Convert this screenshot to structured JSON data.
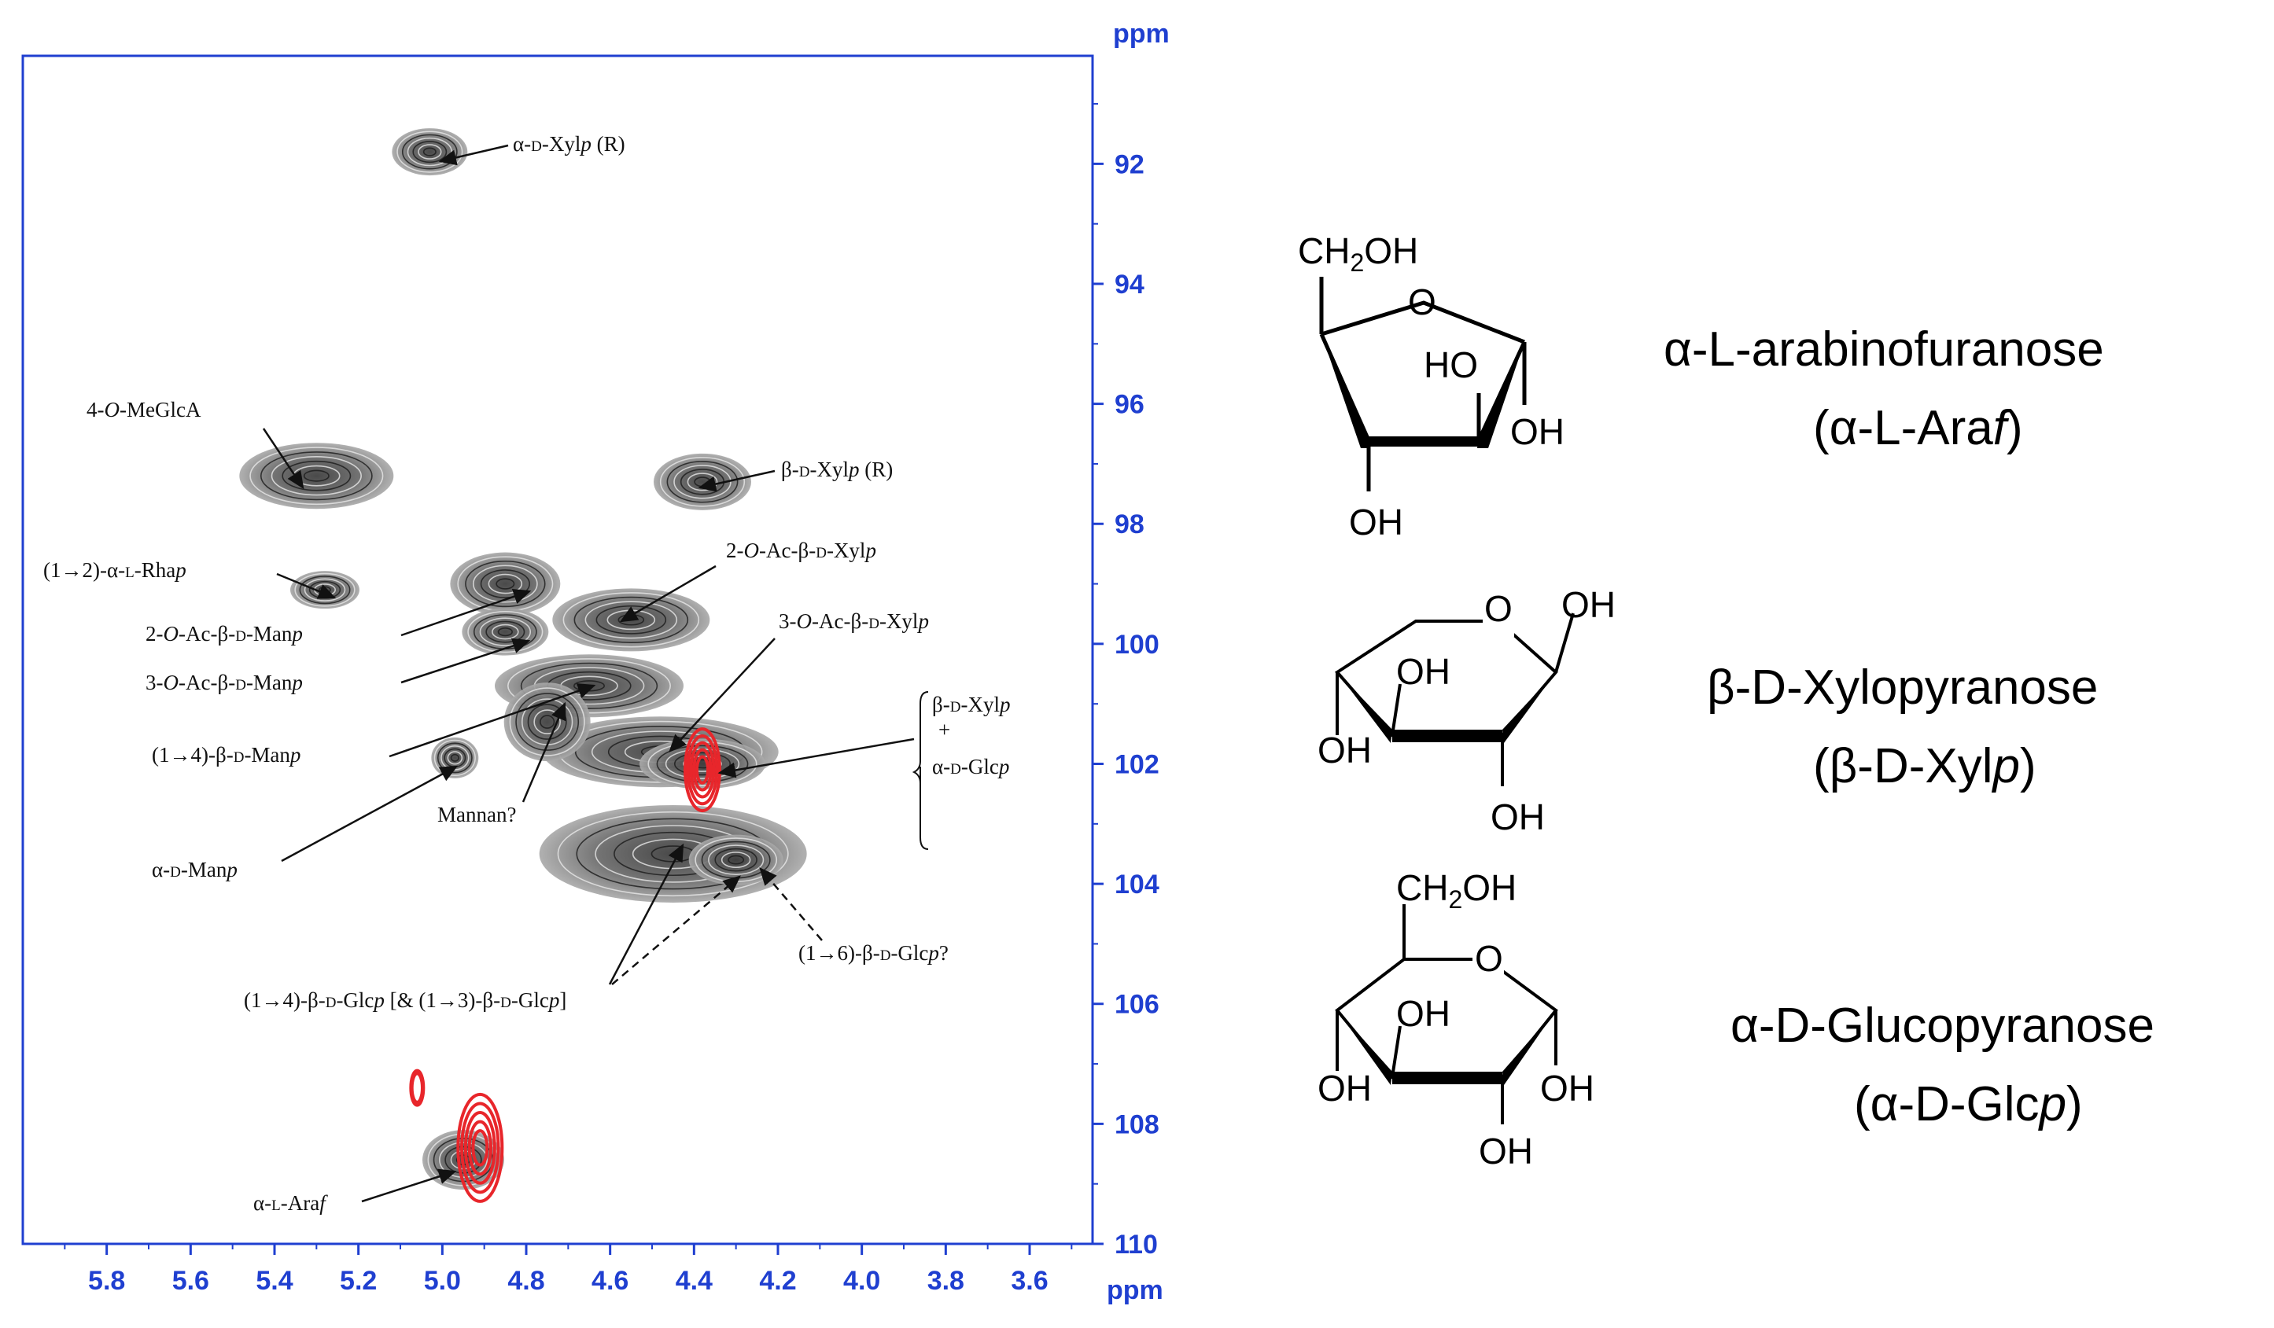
{
  "chart_data": {
    "type": "heatmap",
    "title": "",
    "xlabel": "ppm",
    "ylabel": "ppm",
    "xlim": [
      6.0,
      3.45
    ],
    "ylim": [
      90.2,
      110
    ],
    "x_ticks": [
      "5.8",
      "5.6",
      "5.4",
      "5.2",
      "5.0",
      "4.8",
      "4.6",
      "4.4",
      "4.2",
      "4.0",
      "3.8",
      "3.6"
    ],
    "y_ticks": [
      "92",
      "94",
      "96",
      "98",
      "100",
      "102",
      "104",
      "106",
      "108",
      "110"
    ],
    "grid": false,
    "colors": {
      "axis": "#1f3fd0",
      "contour": "#2a2a2a",
      "overlay": "#e8262b"
    },
    "cross_peaks": [
      {
        "label": "α-D-Xylp (R)",
        "x": 5.03,
        "y": 91.8
      },
      {
        "label": "4-O-MeGlcA",
        "x": 5.3,
        "y": 97.2
      },
      {
        "label": "β-D-Xylp (R)",
        "x": 4.38,
        "y": 97.3
      },
      {
        "label": "(1→2)-α-L-Rhap",
        "x": 5.28,
        "y": 99.1
      },
      {
        "label": "2-O-Ac-β-D-Manp",
        "x": 4.85,
        "y": 99.0
      },
      {
        "label": "2-O-Ac-β-D-Xylp",
        "x": 4.55,
        "y": 99.6
      },
      {
        "label": "3-O-Ac-β-D-Manp",
        "x": 4.85,
        "y": 99.8
      },
      {
        "label": "(1→4)-β-D-Manp",
        "x": 4.65,
        "y": 100.7
      },
      {
        "label": "3-O-Ac-β-D-Xylp",
        "x": 4.48,
        "y": 101.8
      },
      {
        "label": "β-D-Xylp + α-D-Glcp",
        "x": 4.38,
        "y": 102.0
      },
      {
        "label": "α-D-Manp",
        "x": 4.97,
        "y": 101.9
      },
      {
        "label": "Mannan?",
        "x": 4.75,
        "y": 101.3
      },
      {
        "label": "(1→4)-β-D-Glcp [& (1→3)-β-D-Glcp]",
        "x": 4.45,
        "y": 103.5
      },
      {
        "label": "(1→6)-β-D-Glcp?",
        "x": 4.3,
        "y": 103.6
      },
      {
        "label": "α-L-Araf",
        "x": 4.95,
        "y": 108.6
      }
    ],
    "red_overlay_peaks": [
      {
        "x": 5.06,
        "y": 107.4
      },
      {
        "x": 4.91,
        "y": 108.4
      },
      {
        "x": 4.38,
        "y": 102.1
      }
    ]
  },
  "figure": {
    "x_unit": "ppm",
    "y_unit": "ppm",
    "annotations": {
      "xylR_a": "α-",
      "xylR_b": "D",
      "xylR_c": "-Xyl",
      "xylR_d": "p",
      "xylR_e": " (R)",
      "meglca_a": "4-",
      "meglca_b": "O",
      "meglca_c": "-MeGlcA",
      "bxylR_a": "β-",
      "bxylR_b": "D",
      "bxylR_c": "-Xyl",
      "bxylR_d": "p",
      "bxylR_e": " (R)",
      "rha_a": "(1→2)-α-",
      "rha_b": "L",
      "rha_c": "-Rha",
      "rha_d": "p",
      "acxyl2_a": "2-",
      "acxyl2_b": "O",
      "acxyl2_c": "-Ac-β-",
      "acxyl2_d": "D",
      "acxyl2_e": "-Xyl",
      "acxyl2_f": "p",
      "acman2_a": "2-",
      "acman2_b": "O",
      "acman2_c": "-Ac-β-",
      "acman2_d": "D",
      "acman2_e": "-Man",
      "acman2_f": "p",
      "acxyl3_a": "3-",
      "acxyl3_b": "O",
      "acxyl3_c": "-Ac-β-",
      "acxyl3_d": "D",
      "acxyl3_e": "-Xyl",
      "acxyl3_f": "p",
      "acman3_a": "3-",
      "acman3_b": "O",
      "acman3_c": "-Ac-β-",
      "acman3_d": "D",
      "acman3_e": "-Man",
      "acman3_f": "p",
      "man14_a": "(1→4)-β-",
      "man14_b": "D",
      "man14_c": "-Man",
      "man14_d": "p",
      "bxyl_a": "β-",
      "bxyl_b": "D",
      "bxyl_c": "-Xyl",
      "bxyl_d": "p",
      "plus": "+",
      "aglc_a": "α-",
      "aglc_b": "D",
      "aglc_c": "-Glc",
      "aglc_d": "p",
      "mannan": "Mannan?",
      "aman_a": "α-",
      "aman_b": "D",
      "aman_c": "-Man",
      "aman_d": "p",
      "glc16_a": "(1→6)-β-",
      "glc16_b": "D",
      "glc16_c": "-Glc",
      "glc16_d": "p",
      "glc16_e": "?",
      "glc14_a": "(1→4)-β-",
      "glc14_b": "D",
      "glc14_c": "-Glc",
      "glc14_d": "p",
      "glc14_e": " [& (1→3)-β-",
      "glc14_f": "D",
      "glc14_g": "-Glc",
      "glc14_h": "p",
      "glc14_i": "]",
      "araf_a": "α-",
      "araf_b": "L",
      "araf_c": "-Ara",
      "araf_d": "f"
    }
  },
  "structures": {
    "ch2oh_a": "CH",
    "ch2oh_b": "2",
    "ch2oh_c": "OH",
    "ring_o": "O",
    "oh": "OH",
    "ho": "HO",
    "arabinose": {
      "name": "α-L-arabinofuranose",
      "abbr_a": "(α-L-Ara",
      "abbr_b": "f",
      "abbr_c": ")"
    },
    "xylose": {
      "name": "β-D-Xylopyranose",
      "abbr_a": "(β-D-Xyl",
      "abbr_b": "p",
      "abbr_c": ")"
    },
    "glucose": {
      "name": "α-D-Glucopyranose",
      "abbr_a": "(α-D-Glc",
      "abbr_b": "p",
      "abbr_c": ")"
    }
  }
}
